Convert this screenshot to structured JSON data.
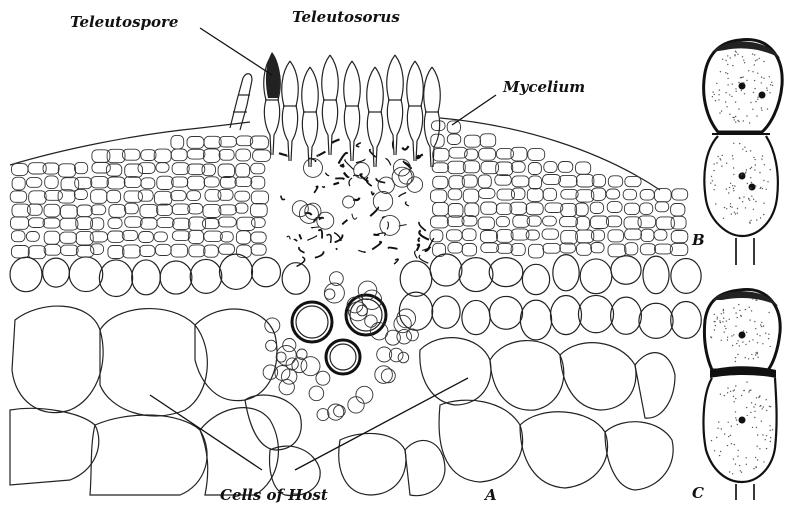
{
  "figure": {
    "labels": {
      "teleutospore": "Teleutospore",
      "teleutosorus": "Teleutosorus",
      "mycelium": "Mycelium",
      "cells_of_host": "Cells of Host",
      "panel_a": "A",
      "panel_b": "B",
      "panel_c": "C"
    }
  }
}
